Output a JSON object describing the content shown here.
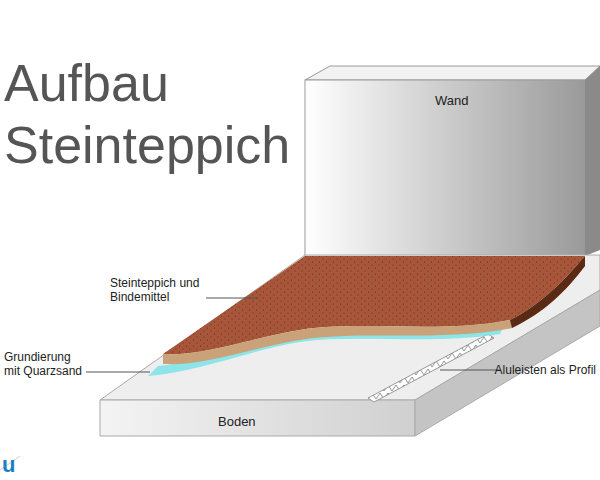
{
  "diagram": {
    "title": "Aufbau Steinteppich",
    "nodes": [
      {
        "text": [
          "Wand"
        ]
      },
      {
        "text": [
          "Boden"
        ]
      }
    ],
    "labels": [
      "Steinteppich und Bindemittel",
      "Grundierung mit Quarzsand",
      "Aluleisten als Profil",
      "u"
    ]
  }
}
